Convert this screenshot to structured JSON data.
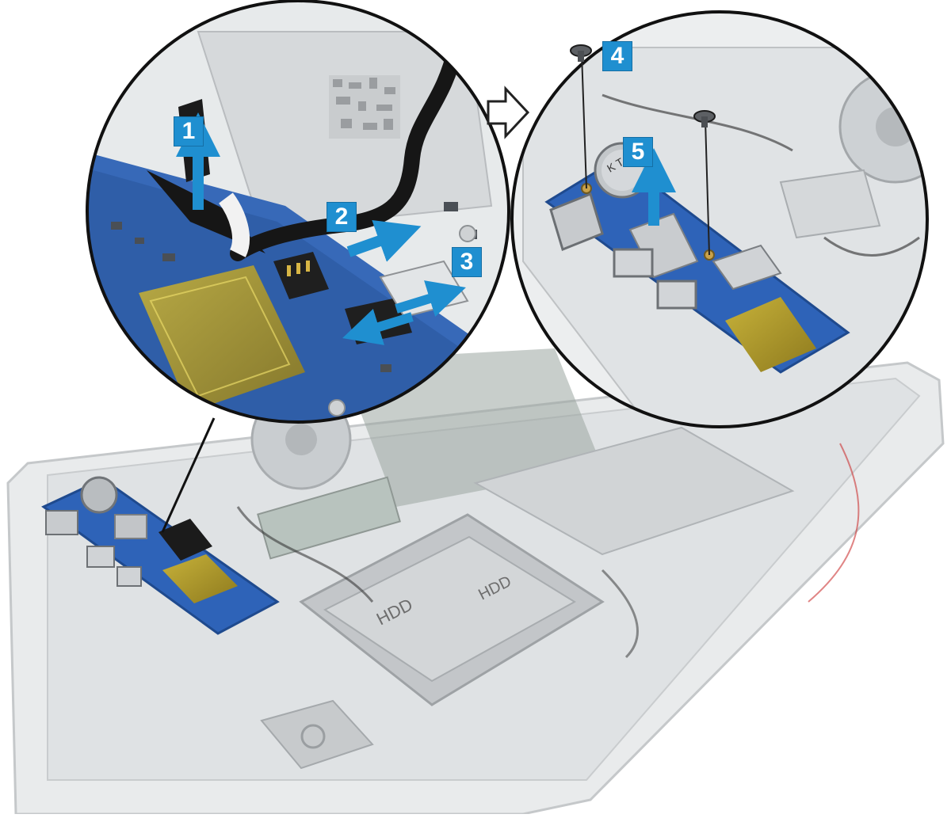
{
  "steps": [
    {
      "number": "1"
    },
    {
      "number": "2"
    },
    {
      "number": "3"
    },
    {
      "number": "4"
    },
    {
      "number": "5"
    }
  ],
  "labels": {
    "hdd_1": "HDD",
    "hdd_2": "HDD",
    "coin_cell": "K T S"
  },
  "colors": {
    "step_badge": "#1f8fd0",
    "arrow": "#1f8fd0",
    "board_blue": "#2e63b8",
    "callout_ring": "#111111",
    "chassis": "#d7dadc"
  }
}
